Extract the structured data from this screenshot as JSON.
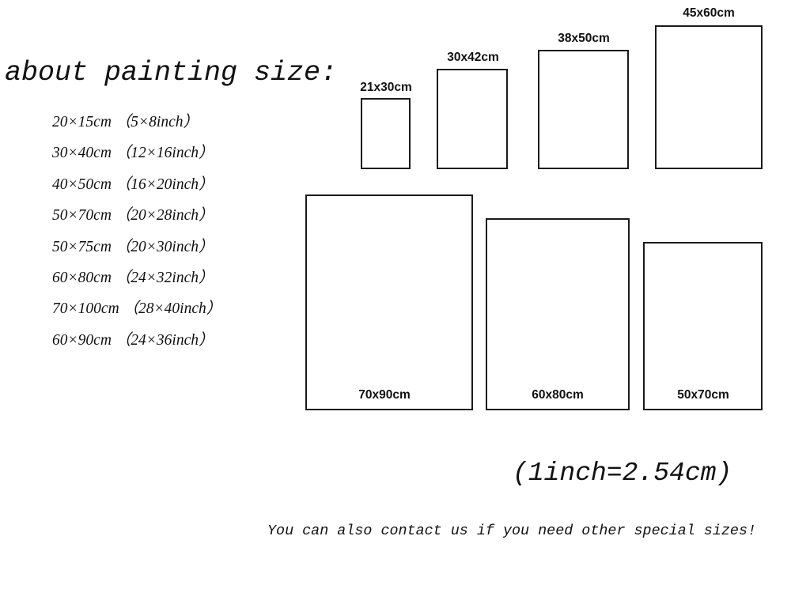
{
  "heading": "about painting size:",
  "size_list": [
    "20×15cm （5×8inch）",
    "30×40cm （12×16inch）",
    "40×50cm （16×20inch）",
    "50×70cm （20×28inch）",
    "50×75cm （20×30inch）",
    "60×80cm （24×32inch）",
    "70×100cm （28×40inch）",
    "60×90cm （24×36inch）"
  ],
  "frames": {
    "f21x30": "21x30cm",
    "f30x42": "30x42cm",
    "f38x50": "38x50cm",
    "f45x60": "45x60cm",
    "f70x90": "70x90cm",
    "f60x80": "60x80cm",
    "f50x70": "50x70cm"
  },
  "conversion_note": "(1inch=2.54cm)",
  "contact_note": "You can also contact us if you need other special sizes!"
}
